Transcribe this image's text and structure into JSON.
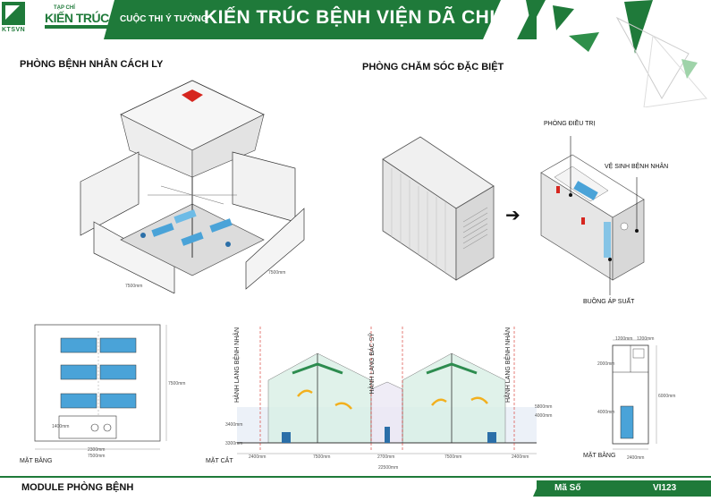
{
  "header": {
    "logo_text": "KTSVN",
    "magazine_small": "TẠP CHÍ",
    "magazine_name": "KIẾN TRÚC",
    "contest": "CUỘC THI Ý TƯỞNG",
    "title": "KIẾN TRÚC BỆNH VIỆN DÃ CHIẾN"
  },
  "sections": {
    "isolation": "PHÒNG BỆNH NHÂN CÁCH LY",
    "special_care": "PHÒNG CHĂM SÓC ĐẶC BIỆT"
  },
  "annotations": {
    "treatment_room": "PHÒNG ĐIỀU TRỊ",
    "patient_wc": "VỆ SINH BỆNH NHÂN",
    "pressure_chamber": "BUỒNG ÁP SUẤT"
  },
  "dimensions": {
    "iso_w": "7500mm",
    "iso_d": "7500mm",
    "plan_side": "7500mm",
    "plan_bottom_1": "2300mm",
    "plan_bottom_2": "7500mm",
    "plan_small": "1400mm",
    "sec_1": "2400mm",
    "sec_2": "7500mm",
    "sec_3": "2700mm",
    "sec_4": "7500mm",
    "sec_5": "2400mm",
    "sec_total": "22500mm",
    "sec_h1": "3400mm",
    "sec_h2": "4000mm",
    "sec_h3": "5800mm",
    "sec_h4": "3300mm",
    "cont_top_1": "1200mm",
    "cont_top_2": "1200mm",
    "cont_side_1": "2000mm",
    "cont_side_2": "4000mm",
    "cont_side_total": "6000mm",
    "cont_bottom": "2400mm"
  },
  "section_labels": {
    "corridor_patient_left": "HÀNH LANG BỆNH NHÂN",
    "corridor_doctor": "HÀNH LANG BÁC SỸ",
    "corridor_patient_right": "HÀNH LANG BỆNH NHÂN"
  },
  "drawing_labels": {
    "plan": "MẶT BẰNG",
    "section": "MẶT CẮT",
    "container_plan": "MẶT BẰNG"
  },
  "footer": {
    "title": "MODULE PHÒNG BỆNH",
    "code_label": "Mã Số",
    "code_value": "VI123"
  },
  "colors": {
    "brand_green": "#1f7a3a",
    "accent_red": "#d6261f",
    "bed_blue": "#4aa3d8"
  }
}
